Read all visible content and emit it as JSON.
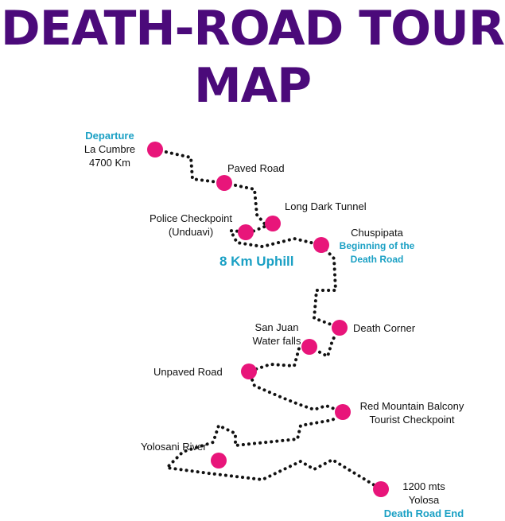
{
  "title": {
    "line1": "DEATH-ROAD TOUR",
    "line2": "MAP"
  },
  "colors": {
    "title": "#4b0a7a",
    "stop": "#e8157a",
    "accent": "#1aa0c4",
    "route": "#111111"
  },
  "stops": {
    "departure": {
      "tag": "Departure",
      "name": "La Cumbre",
      "altitude": "4700 Km"
    },
    "paved_road": {
      "name": "Paved Road"
    },
    "long_dark_tunnel": {
      "name": "Long Dark Tunnel"
    },
    "police_checkpoint": {
      "line1": "Police Checkpoint",
      "line2": "(Unduavi)"
    },
    "chuspipata": {
      "name": "Chuspipata",
      "tag1": "Beginning of the",
      "tag2": "Death Road"
    },
    "uphill": {
      "text": "8 Km Uphill"
    },
    "death_corner": {
      "name": "Death Corner"
    },
    "san_juan": {
      "line1": "San Juan",
      "line2": "Water falls"
    },
    "unpaved_road": {
      "name": "Unpaved Road"
    },
    "red_mountain": {
      "line1": "Red Mountain Balcony",
      "line2": "Tourist Checkpoint"
    },
    "yolosani": {
      "name": "Yolosani River"
    },
    "yolosa": {
      "altitude": "1200 mts",
      "name": "Yolosa",
      "tag": "Death Road End"
    }
  }
}
